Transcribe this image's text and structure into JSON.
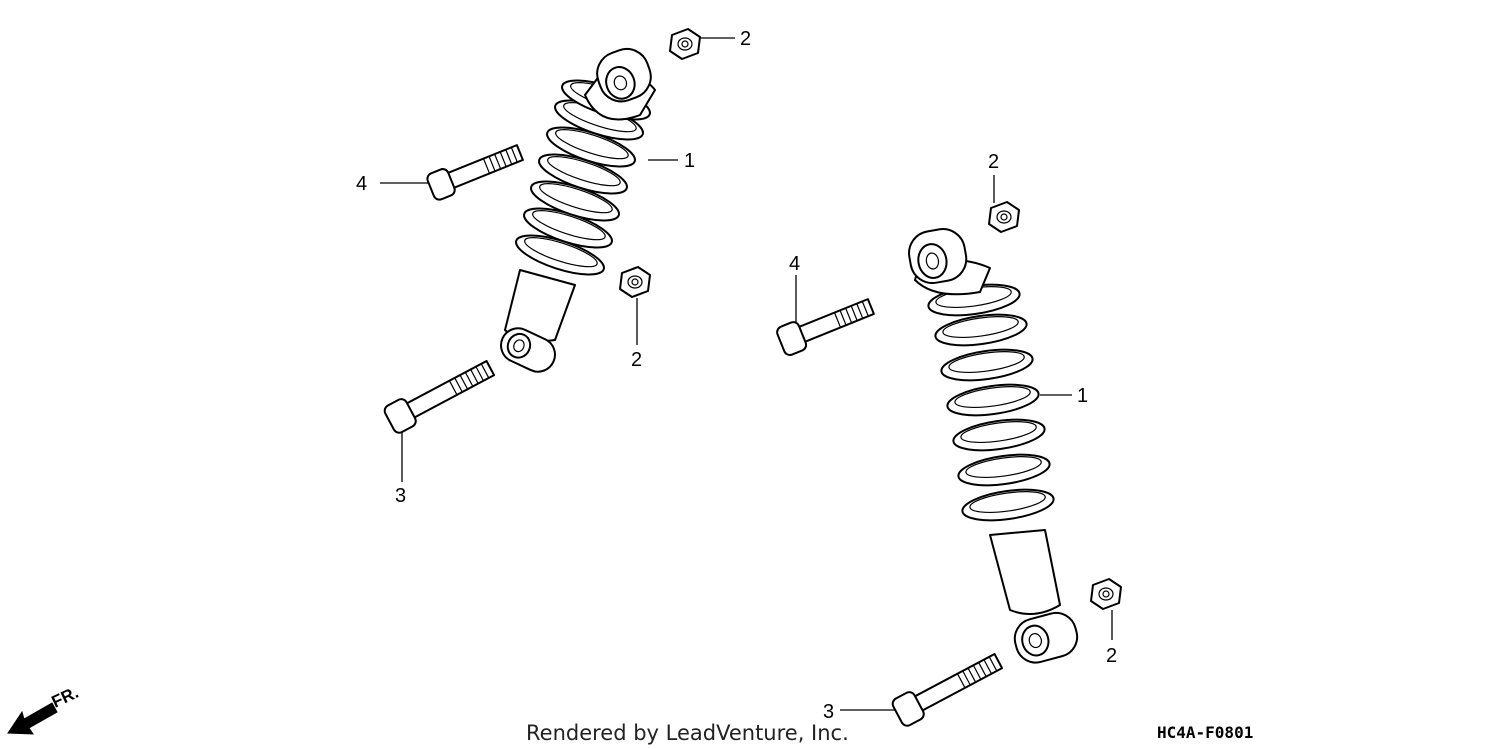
{
  "diagram": {
    "callouts": {
      "left_shock": "1",
      "right_shock": "1",
      "nut_top_left": "2",
      "nut_mid_left": "2",
      "nut_top_right": "2",
      "nut_bottom_right": "2",
      "bolt_lower_left": "3",
      "bolt_lower_right": "3",
      "bolt_upper_left": "4",
      "bolt_upper_right": "4"
    },
    "direction_label": "FR.",
    "footer_text": "Rendered by LeadVenture, Inc.",
    "diagram_code": "HC4A-F0801"
  }
}
